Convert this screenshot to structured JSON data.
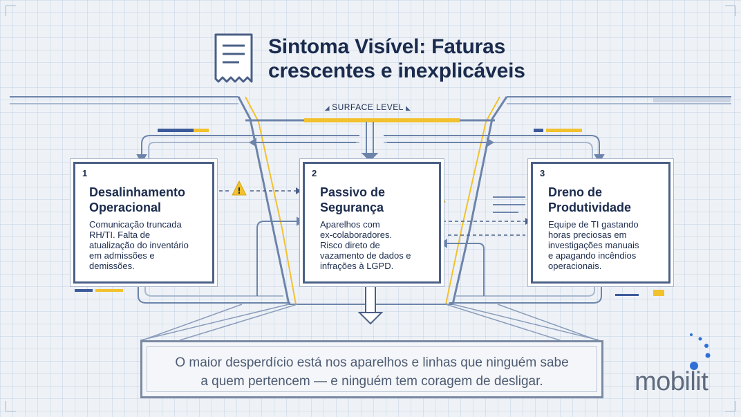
{
  "title": {
    "line1": "Sintoma Visível: Faturas",
    "line2": "crescentes e inexplicáveis"
  },
  "surface_label": "SURFACE LEVEL",
  "cards": [
    {
      "number": "1",
      "title_lines": [
        "Desalinhamento",
        "Operacional"
      ],
      "body_lines": [
        "Comunicação truncada",
        "RH/TI. Falta de",
        "atualização do inventário",
        "em admissões e",
        "demissões."
      ]
    },
    {
      "number": "2",
      "title_lines": [
        "Passivo de",
        "Segurança"
      ],
      "body_lines": [
        "Aparelhos com",
        "ex-colaboradores.",
        "Risco direto de",
        "vazamento de dados e",
        "infrações à LGPD."
      ]
    },
    {
      "number": "3",
      "title_lines": [
        "Dreno de",
        "Produtividade"
      ],
      "body_lines": [
        "Equipe de TI gastando",
        "horas preciosas em",
        "investigações manuais",
        "e apagando incêndios",
        "operacionais."
      ]
    }
  ],
  "bottom_message": {
    "line1": "O maior desperdício está nos aparelhos e linhas que ninguém sabe",
    "line2": "a quem pertencem — e ninguém tem coragem de desligar."
  },
  "logo": {
    "text": "mobilit"
  },
  "colors": {
    "navy": "#1b2b4d",
    "blue": "#3c5a9a",
    "accent_yellow": "#f2c12e",
    "line": "#7f93b3"
  },
  "icons": [
    "receipt-icon",
    "warning-icon",
    "clock-warning-icon",
    "down-arrow-icon"
  ]
}
